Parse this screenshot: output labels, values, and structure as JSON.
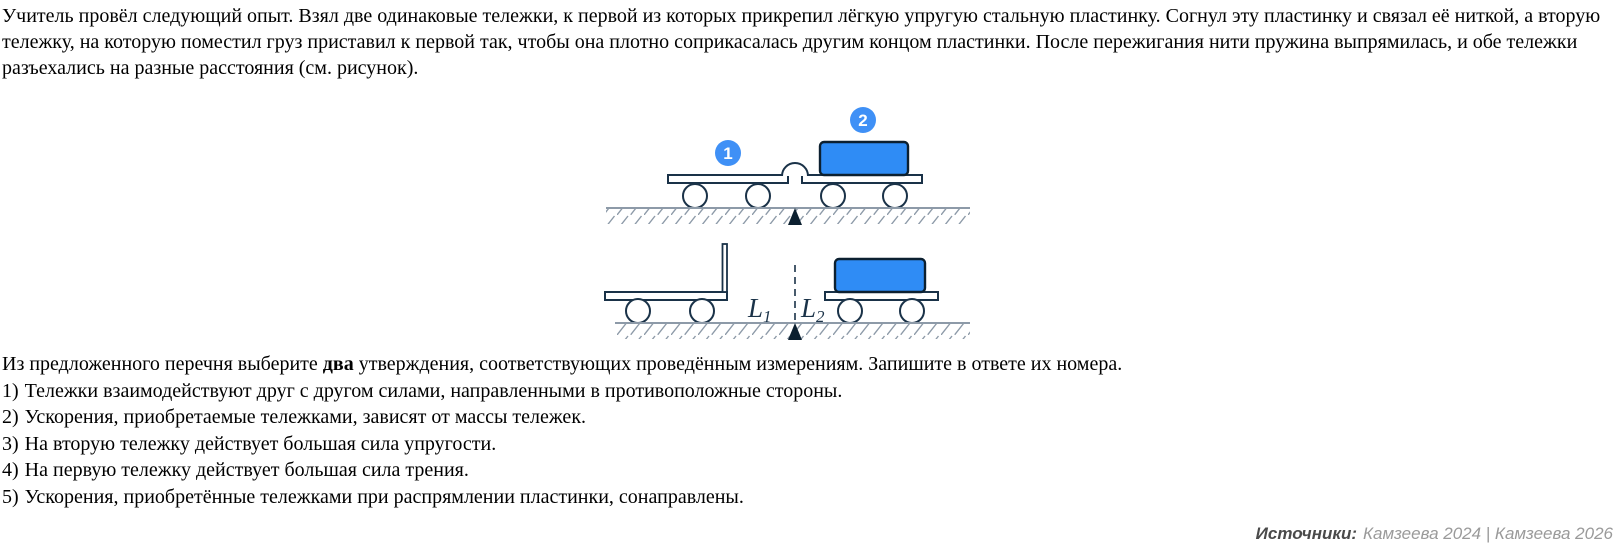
{
  "problem": {
    "intro": "Учитель провёл следующий опыт. Взял две одинаковые тележки, к первой из которых прикрепил лёгкую упругую стальную пластинку. Согнул эту пластинку и связал её ниткой, а вторую тележку, на которую поместил груз приставил к первой так, чтобы она плотно соприкасалась другим концом пластинки. После пережигания нити пружина выпрямилась, и обе тележки разъехались на разные расстояния (см. рисунок).",
    "question": {
      "before_bold": "Из предложенного перечня выберите ",
      "bold_word": "два",
      "after_bold": " утверждения, соответствующих проведённым измерениям. Запишите в ответе их номера."
    },
    "options": [
      {
        "label": "1)",
        "text": "Тележки взаимодействуют друг с другом силами, направленными в противоположные стороны."
      },
      {
        "label": "2)",
        "text": "Ускорения, приобретаемые тележками, зависят от массы тележек."
      },
      {
        "label": "3)",
        "text": "На вторую тележку действует большая сила упругости."
      },
      {
        "label": "4)",
        "text": "На первую тележку действует большая сила трения."
      },
      {
        "label": "5)",
        "text": "Ускорения, приобретённые тележками при распрямлении пластинки, сонаправлены."
      }
    ]
  },
  "figure": {
    "cart1_badge": "1",
    "cart2_badge": "2",
    "L1_main": "L",
    "L1_sub": "1",
    "L2_main": "L",
    "L2_sub": "2",
    "colors": {
      "accent-blue": "#2f8cf5",
      "badge-blue": "#3f90f6",
      "outline-navy": "#1a3248",
      "marker-dark": "#0c2030",
      "hatch-gray": "#8d9aa8"
    }
  },
  "footer": {
    "sources_label": "Источники:",
    "sources_value": "Камзеева 2024 | Камзеева 2026"
  }
}
